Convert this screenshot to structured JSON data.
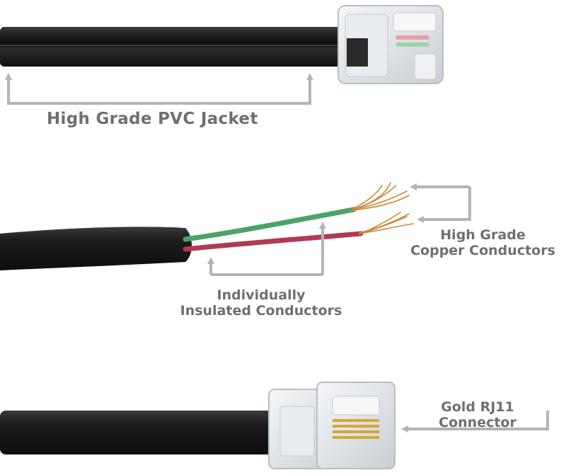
{
  "labels": {
    "jacket": "High Grade PVC Jacket",
    "copper_line1": "High Grade",
    "copper_line2": "Copper Conductors",
    "insulated_line1": "Individually",
    "insulated_line2": "Insulated Conductors",
    "rj11_line1": "Gold RJ11",
    "rj11_line2": "Connector"
  },
  "colors": {
    "cable": "#1e1e1e",
    "callout": "#b4b4b4",
    "label_text": "#6f6f6f",
    "green_wire": "#4aa36a",
    "red_wire": "#b03a55",
    "copper": "#c98a3a",
    "gold_pins": "#d4a73a"
  }
}
